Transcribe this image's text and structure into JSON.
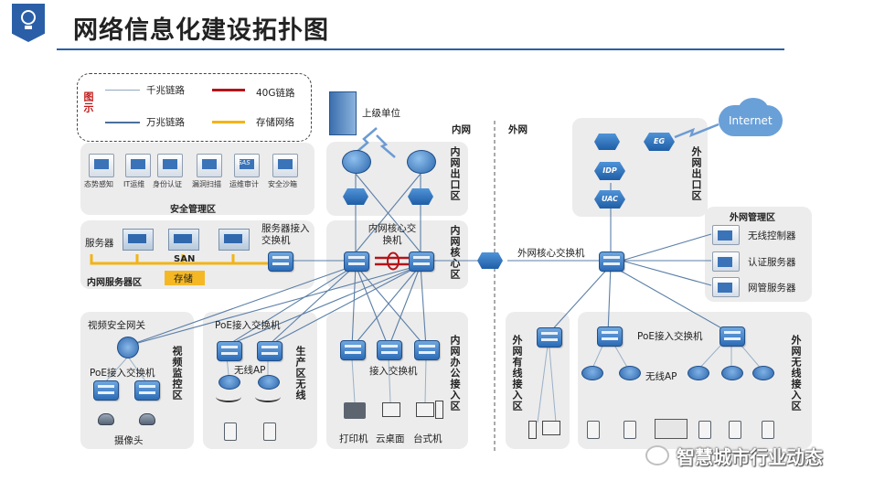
{
  "header": {
    "title": "网络信息化建设拓扑图",
    "accent_color": "#2a5fa8"
  },
  "legend": {
    "title": "图示",
    "items": [
      {
        "label": "千兆链路",
        "color": "#8fa7c0"
      },
      {
        "label": "40G链路",
        "color": "#b3141a"
      },
      {
        "label": "万兆链路",
        "color": "#4a6f9a"
      },
      {
        "label": "存储网络",
        "color": "#f2b416"
      }
    ]
  },
  "top": {
    "upper_unit": "上级单位",
    "inner_net": "内网",
    "outer_net": "外网",
    "internet": "Internet"
  },
  "security_zone": {
    "title": "安全管理区",
    "items": [
      "态势感知",
      "IT运维",
      "身份认证",
      "漏洞扫描",
      "运维审计",
      "安全沙箱"
    ],
    "icon_texts": [
      "",
      "",
      "",
      "",
      "GAS",
      ""
    ]
  },
  "inner_exit": {
    "label": "内网出口区"
  },
  "server_zone": {
    "title": "内网服务器区",
    "server_label": "服务器",
    "san": "SAN",
    "storage": "存储",
    "access_switch": "服务器接入交换机"
  },
  "core_zone": {
    "core_switch": "内网核心交换机",
    "label": "内网核心区"
  },
  "outer_core": {
    "switch": "外网核心交换机"
  },
  "outer_exit": {
    "label": "外网出口区",
    "eg": "EG",
    "idp": "IDP",
    "uac": "UAC"
  },
  "outer_mgmt": {
    "title": "外网管理区",
    "items": [
      "无线控制器",
      "认证服务器",
      "网管服务器"
    ]
  },
  "video_zone": {
    "gateway": "视频安全网关",
    "poe_switch": "PoE接入交换机",
    "camera": "摄像头",
    "label": "视频监控区"
  },
  "prod_wireless": {
    "poe_switch": "PoE接入交换机",
    "ap": "无线AP",
    "label": "生产区无线"
  },
  "office_zone": {
    "access_switch": "接入交换机",
    "devices": [
      "打印机",
      "云桌面",
      "台式机"
    ],
    "label": "内网办公接入区"
  },
  "outer_wired": {
    "label": "外网有线接入区"
  },
  "outer_wireless": {
    "poe_switch": "PoE接入交换机",
    "ap": "无线AP",
    "label": "外网无线接入区"
  },
  "watermark": {
    "text": "智慧城市行业动态"
  }
}
